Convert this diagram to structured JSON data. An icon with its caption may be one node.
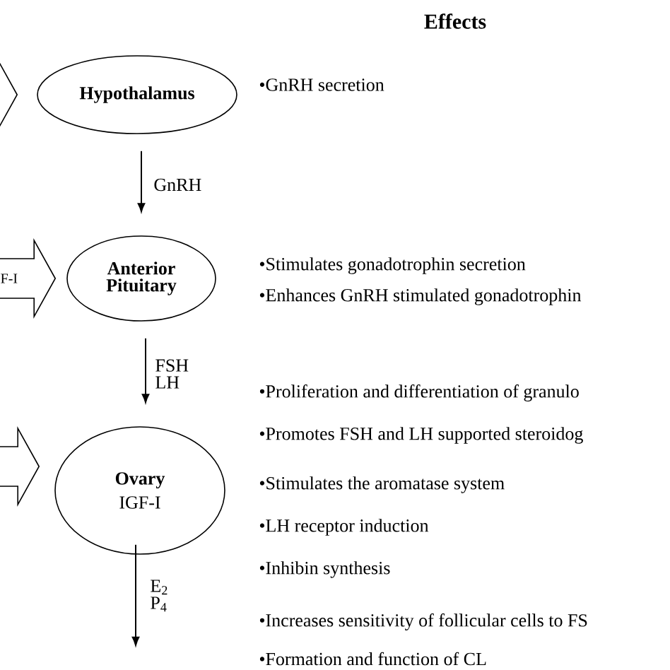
{
  "diagram": {
    "title": "Effects",
    "nodes": [
      {
        "text": [
          "Hypothalamus"
        ]
      },
      {
        "text": [
          "Anterior Pituitary"
        ]
      },
      {
        "text": [
          "Ovary",
          "IGF-I"
        ]
      }
    ],
    "edges": [
      {
        "from": null,
        "to": 0,
        "arrow": "to",
        "style": "thick"
      },
      {
        "from": null,
        "to": 1,
        "arrow": "to",
        "style": "thick",
        "label": "F-I"
      },
      {
        "from": null,
        "to": 2,
        "arrow": "to",
        "style": "thick"
      },
      {
        "from": 0,
        "to": 1,
        "arrow": "to",
        "label": "GnRH"
      },
      {
        "from": 1,
        "to": 2,
        "arrow": "to",
        "label": "FSH LH"
      },
      {
        "from": 2,
        "to": null,
        "arrow": "to",
        "label": "E$_{2}$ P$_{4}$"
      }
    ],
    "labels": [
      "•GnRH secretion",
      "•Stimulates gonadotrophin secretion",
      "•Enhances GnRH stimulated gonadotrophin",
      "•Proliferation and differentiation of granulo",
      "•Promotes FSH and LH supported steroidog",
      "•Stimulates the aromatase system",
      "•LH receptor induction",
      "•Inhibin synthesis",
      "•Increases sensitivity of follicular cells to FS",
      "•Formation and function of CL"
    ]
  }
}
